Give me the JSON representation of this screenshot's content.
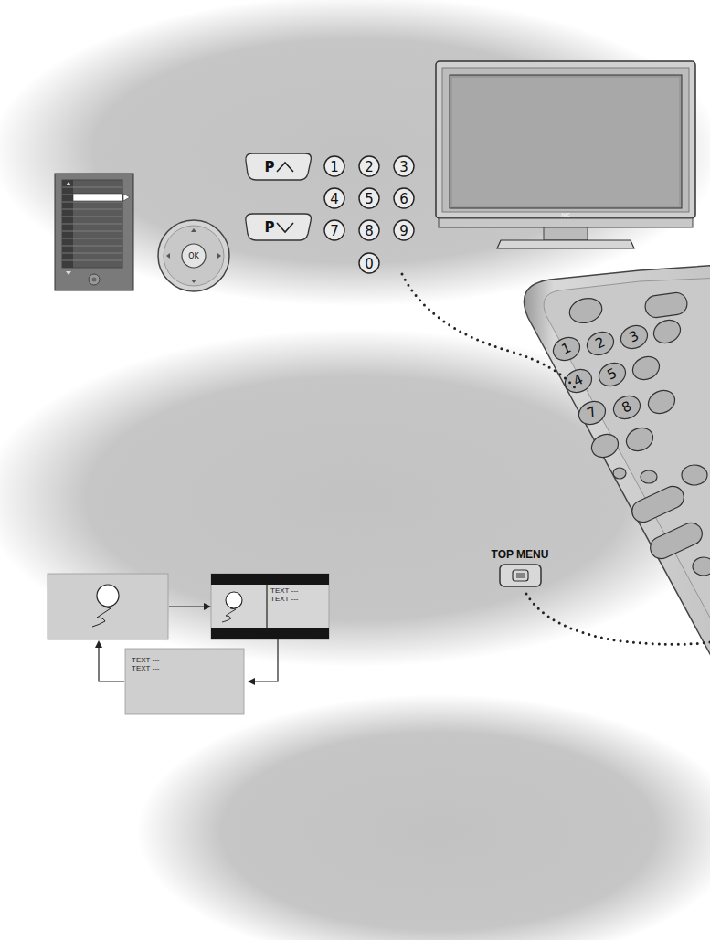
{
  "diagram": {
    "nodes": [
      {
        "text": [
          "TEXT ---",
          "TEXT ---"
        ]
      },
      {
        "text": [
          "TEXT ---",
          "TEXT ---"
        ]
      }
    ],
    "edges": [
      {
        "from": 0,
        "to": 1,
        "arrow": "to"
      }
    ],
    "labels": [
      "P",
      "P",
      "1",
      "2",
      "3",
      "4",
      "5",
      "6",
      "7",
      "8",
      "9",
      "0",
      "OK",
      "JVC",
      "1",
      "2",
      "3",
      "4",
      "5",
      "7",
      "8",
      "TOP MENU"
    ]
  }
}
